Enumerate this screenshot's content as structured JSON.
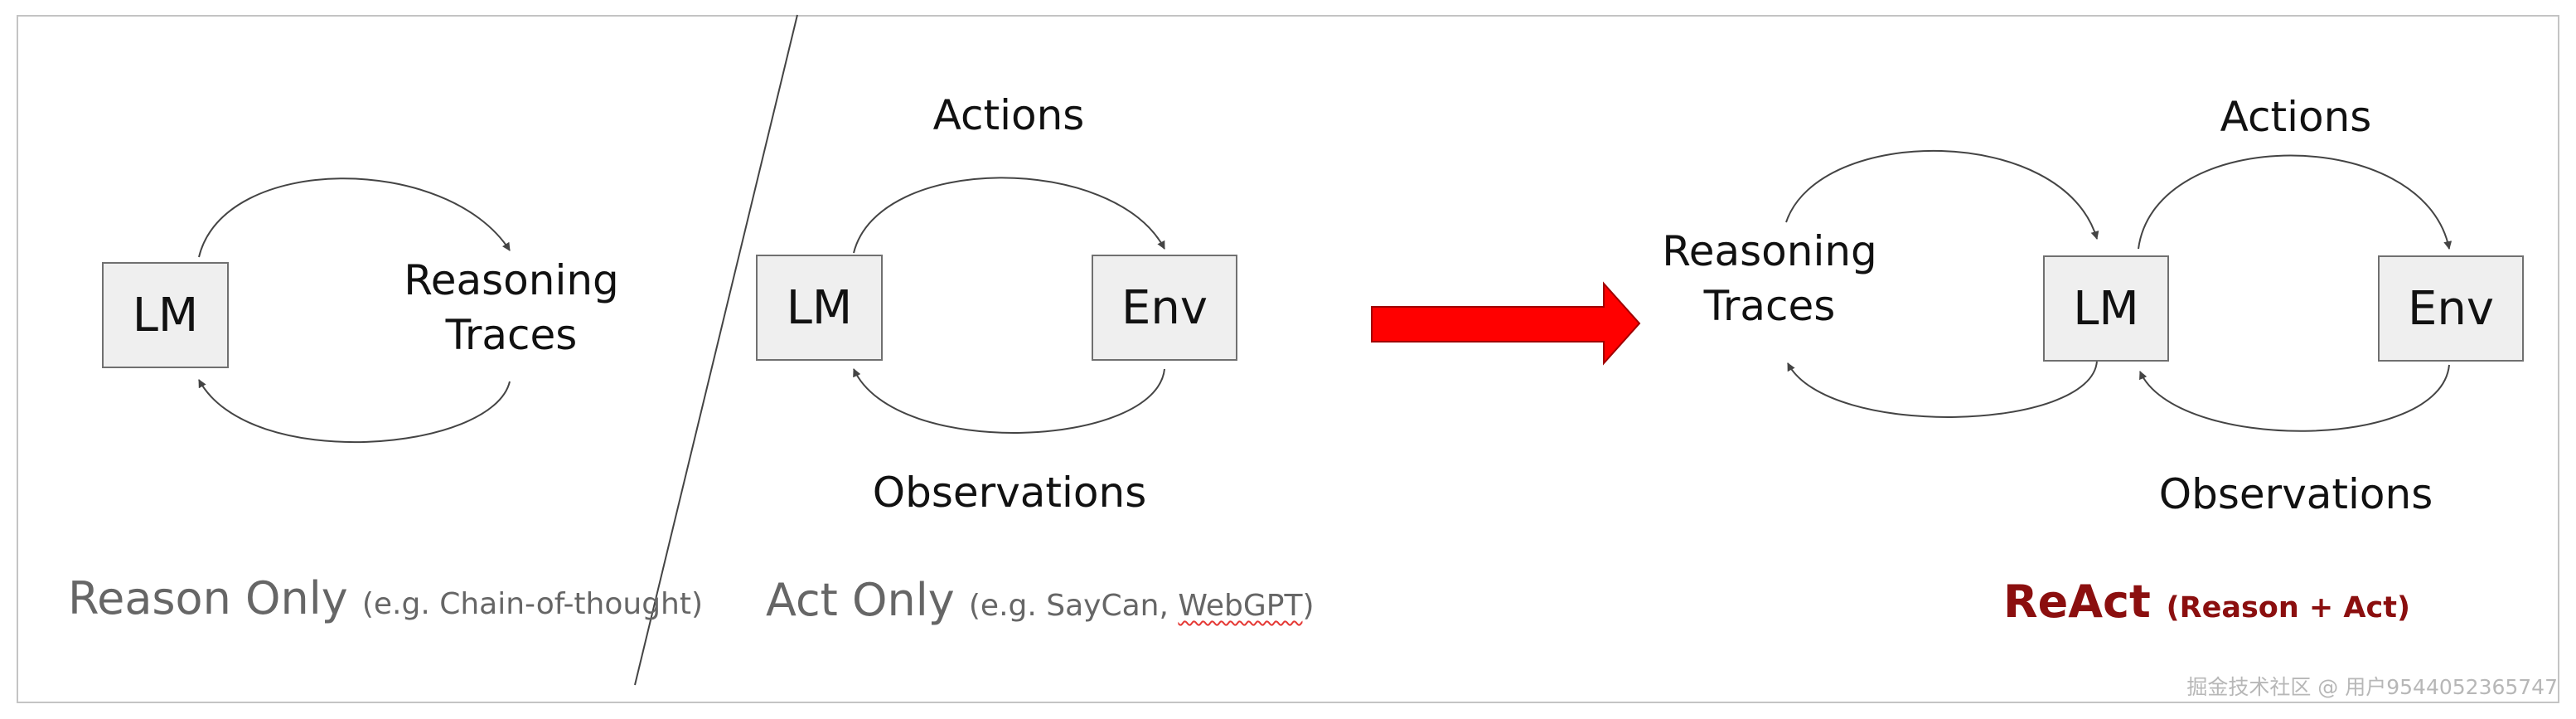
{
  "panels": {
    "reason_only": {
      "box_label": "LM",
      "node_line1": "Reasoning",
      "node_line2": "Traces",
      "caption": "Reason Only",
      "caption_note": "(e.g. Chain-of-thought)"
    },
    "act_only": {
      "box_lm": "LM",
      "box_env": "Env",
      "actions": "Actions",
      "observations": "Observations",
      "caption": "Act Only",
      "caption_note_prefix": "(e.g. SayCan, ",
      "caption_note_marked": "WebGPT",
      "caption_note_suffix": ")"
    },
    "react": {
      "node_line1": "Reasoning",
      "node_line2": "Traces",
      "box_lm": "LM",
      "box_env": "Env",
      "actions": "Actions",
      "observations": "Observations",
      "caption": "ReAct",
      "caption_note": "(Reason + Act)"
    }
  },
  "colors": {
    "transition_arrow": "#ff0000",
    "react_caption": "#8b0f0f",
    "caption_gray": "#666666",
    "box_fill": "#efefef"
  },
  "watermark": "掘金技术社区 @ 用户9544052365747"
}
